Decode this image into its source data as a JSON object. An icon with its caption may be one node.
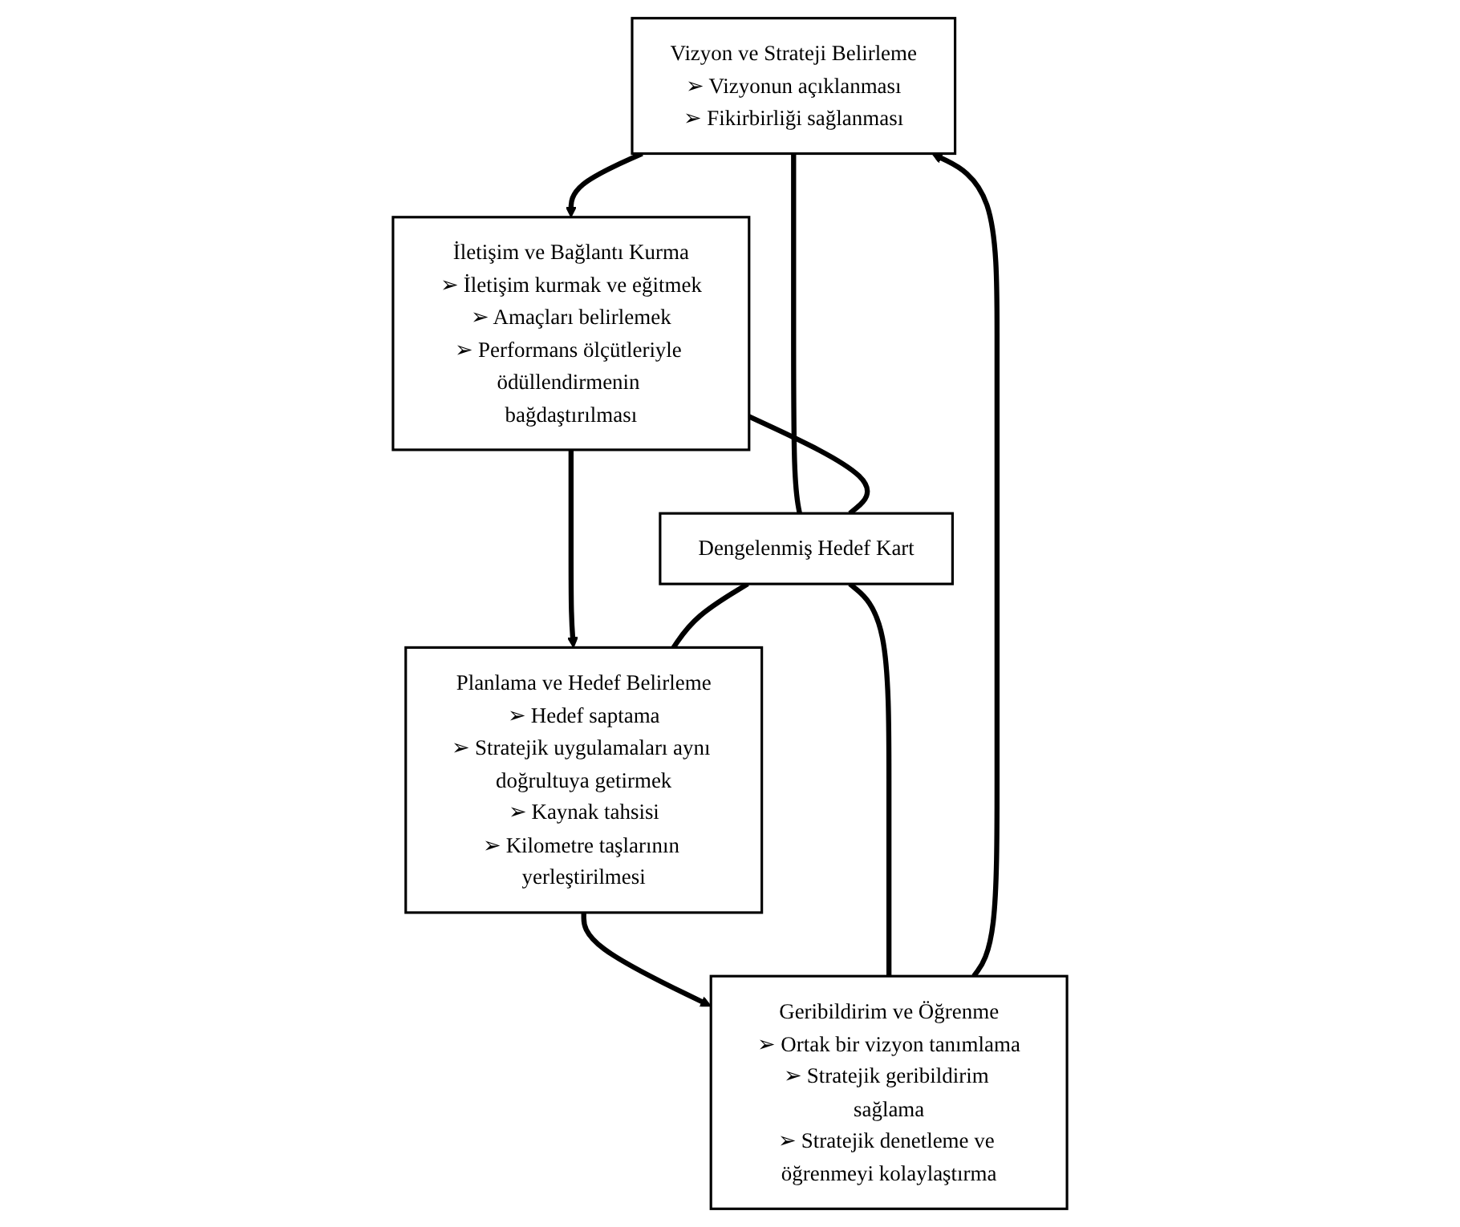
{
  "diagram": {
    "nodes": [
      {
        "text": [
          "Vizyon ve Strateji Belirleme",
          "➢ Vizyonun açıklanması",
          "➢ Fikirbirliği sağlanması"
        ]
      },
      {
        "text": [
          "İletişim ve Bağlantı Kurma",
          "➢ İletişim kurmak ve eğitmek",
          "➢ Amaçları belirlemek",
          "➢ Performans ölçütleriyle ödüllendirmenin bağdaştırılması"
        ]
      },
      {
        "text": [
          "Dengelenmiş Hedef Kart"
        ]
      },
      {
        "text": [
          "Geribildirim ve Öğrenme",
          "➢ Ortak bir vizyon tanımlama",
          "➢ Stratejik geribildirim sağlama",
          "➢ Stratejik denetleme ve öğrenmeyi kolaylaştırma"
        ]
      },
      {
        "text": [
          "Planlama ve Hedef Belirleme",
          "➢ Hedef saptama",
          "➢ Stratejik uygulamaları aynı doğrultuya getirmek",
          "➢ Kaynak tahsisi",
          "➢ Kilometre taşlarının yerleştirilmesi"
        ]
      }
    ],
    "edges": [
      {
        "from": 0,
        "to": 1,
        "arrow": "to"
      },
      {
        "from": 1,
        "to": 4,
        "arrow": "to"
      },
      {
        "from": 4,
        "to": 3,
        "arrow": "to"
      },
      {
        "from": 3,
        "to": 0,
        "arrow": "to"
      },
      {
        "from": 0,
        "to": 2,
        "arrow": "none"
      },
      {
        "from": 1,
        "to": 2,
        "arrow": "none"
      },
      {
        "from": 2,
        "to": 3,
        "arrow": "none"
      },
      {
        "from": 2,
        "to": 4,
        "arrow": "none"
      }
    ]
  }
}
